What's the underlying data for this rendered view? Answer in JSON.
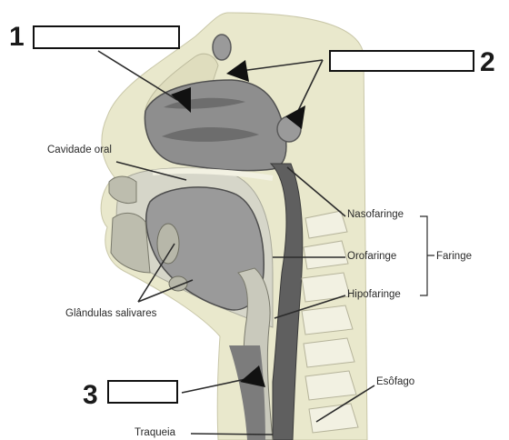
{
  "labels": {
    "cavidade_oral": "Cavidade oral",
    "nasofaringe": "Nasofaringe",
    "orofaringe": "Orofaringe",
    "hipofaringe": "Hipofaringe",
    "faringe": "Faringe",
    "glandulas_salivares": "Glândulas salivares",
    "esofago": "Esôfago",
    "traqueia": "Traqueia"
  },
  "blanks": [
    {
      "number": "1",
      "value": ""
    },
    {
      "number": "2",
      "value": ""
    },
    {
      "number": "3",
      "value": ""
    }
  ],
  "colors": {
    "skin": "#e9e8cc",
    "tissue": "#d6d6c9",
    "cavity": "#8e8e8e",
    "cavity_dark": "#5f5f5f",
    "bone": "#f2f1e2",
    "line": "#2b2b2b"
  }
}
